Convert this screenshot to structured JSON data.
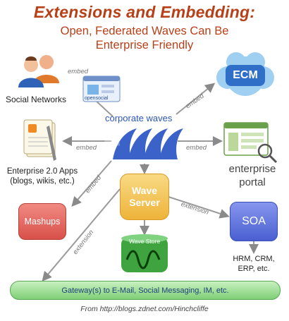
{
  "title": "Extensions and Embedding:",
  "subtitle_line1": "Open, Federated Waves Can Be",
  "subtitle_line2": "Enterprise Friendly",
  "nodes": {
    "social_networks": "Social Networks",
    "opensocial_badge": "opensocial",
    "corporate_waves": "corporate waves",
    "ecm": "ECM",
    "enterprise_apps_line1": "Enterprise 2.0 Apps",
    "enterprise_apps_line2": "(blogs, wikis, etc.)",
    "enterprise_portal_line1": "enterprise",
    "enterprise_portal_line2": "portal",
    "wave_server_line1": "Wave",
    "wave_server_line2": "Server",
    "mashups": "Mashups",
    "soa": "SOA",
    "wave_store": "Wave Store",
    "soa_targets_line1": "HRM, CRM,",
    "soa_targets_line2": "ERP, etc.",
    "gateway": "Gateway(s) to E-Mail, Social Messaging, IM, etc."
  },
  "edge_labels": {
    "embed_social": "embed",
    "embed_ecm": "embed",
    "embed_apps": "embed",
    "embed_portal": "embed",
    "embed_mashups": "embed",
    "extension_soa": "extension",
    "extension_gateway": "extension"
  },
  "footer": "From http://blogs.zdnet.com/Hinchcliffe",
  "colors": {
    "title": "#b84018",
    "waves": "#3a62c8",
    "wave_server": "#f2c04a",
    "mashups": "#e0605a",
    "soa": "#5a6fd8",
    "wave_store": "#3fa33f",
    "gateway": "#7fcf76"
  }
}
